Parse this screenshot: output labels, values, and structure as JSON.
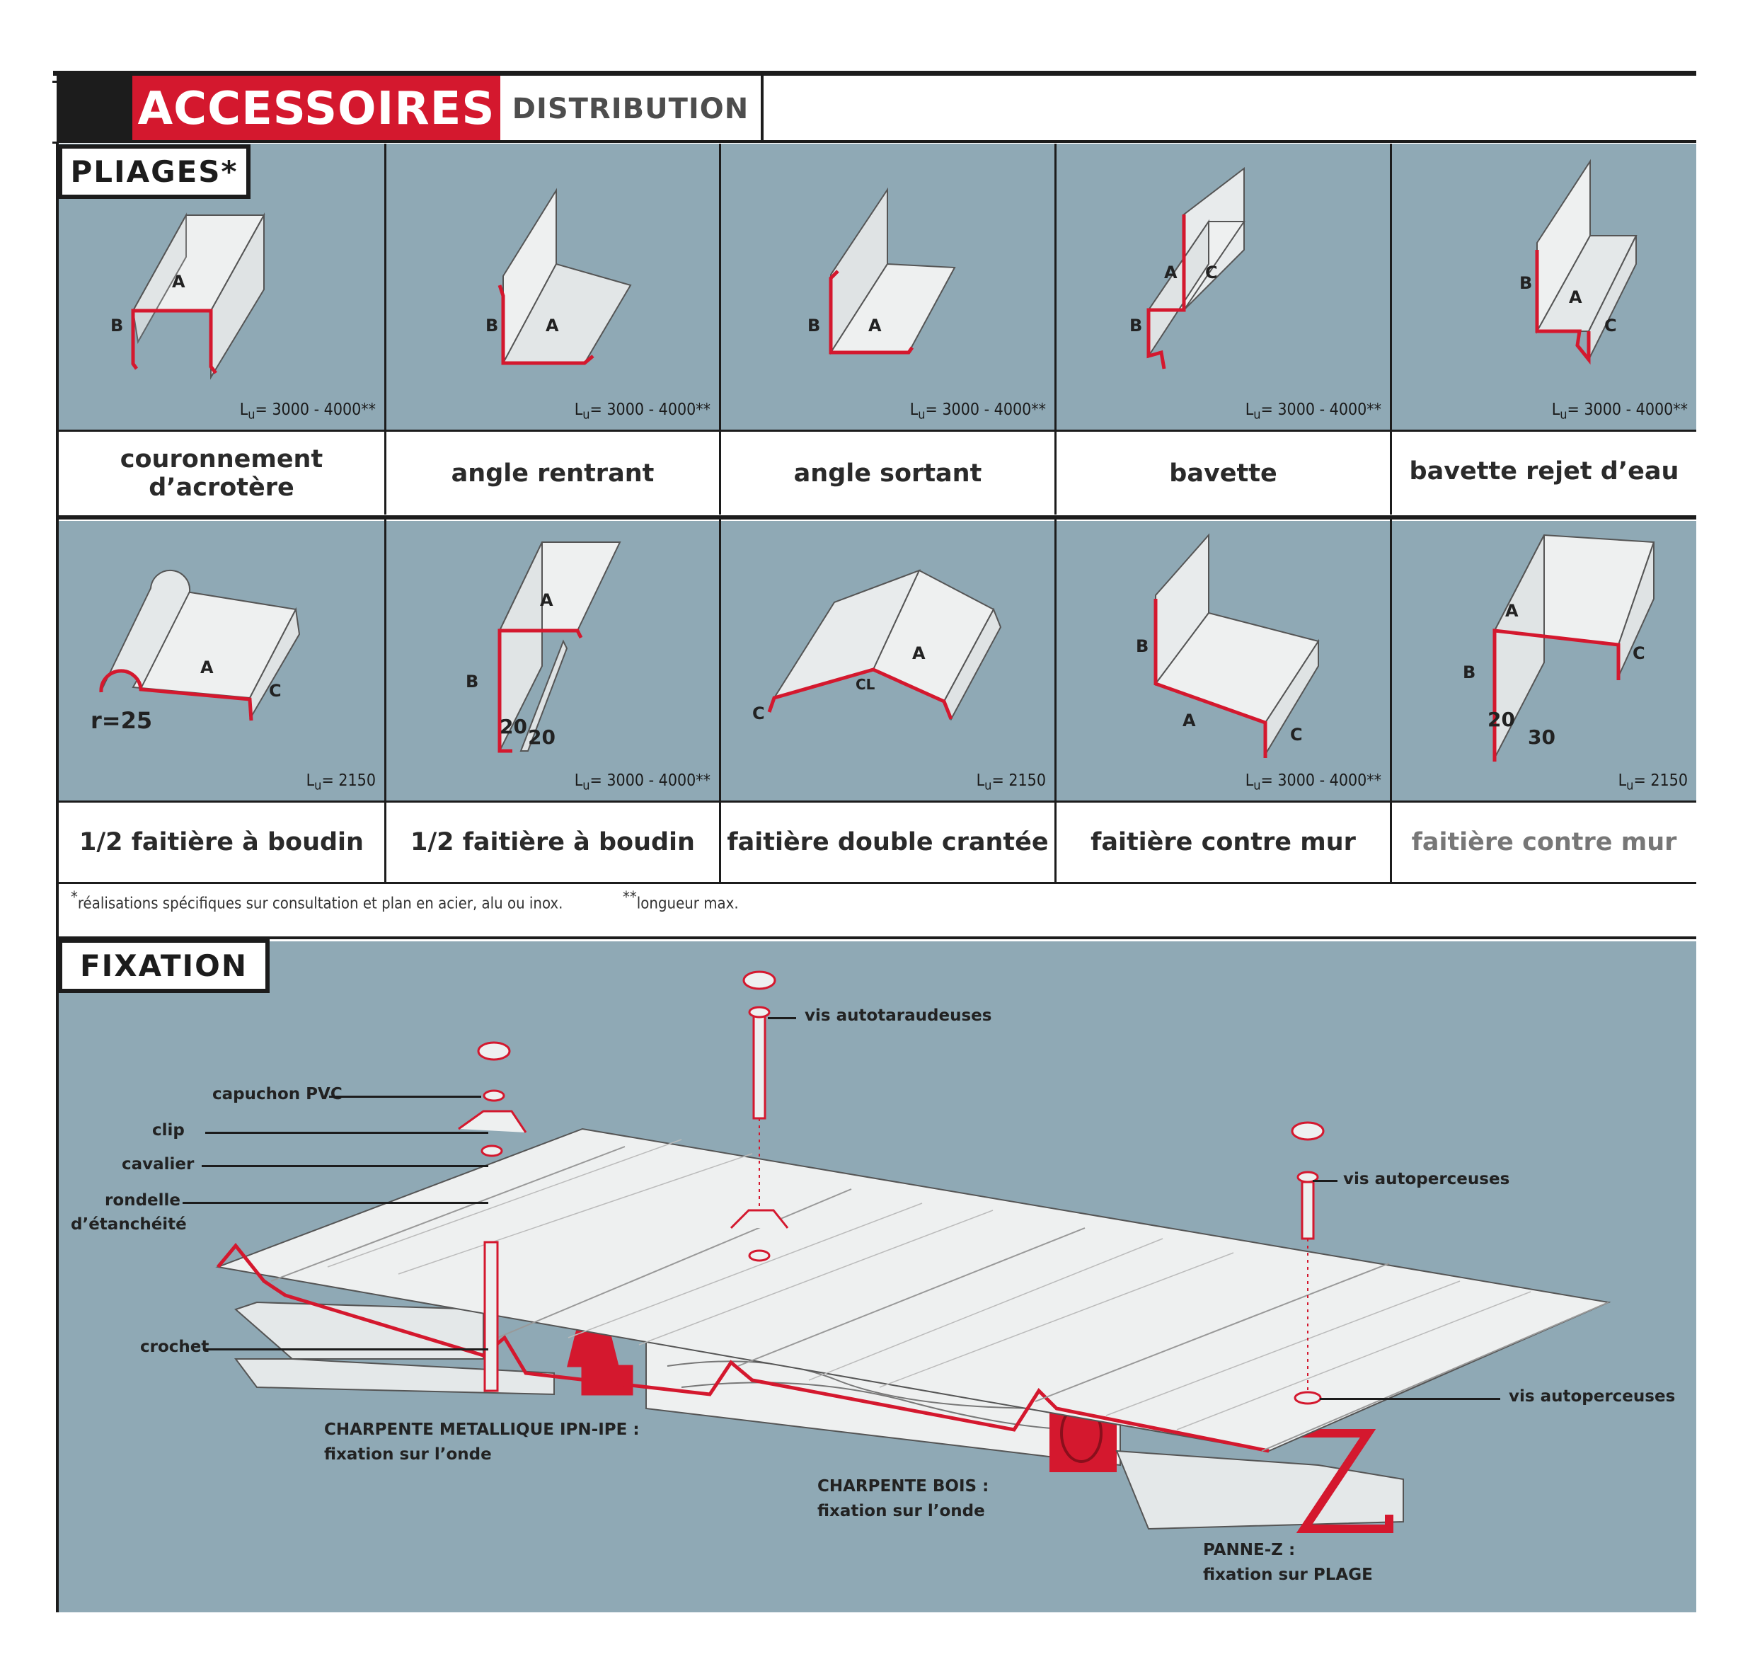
{
  "header": {
    "title": "ACCESSOIRES",
    "subtitle": "DISTRIBUTION"
  },
  "pliages": {
    "label": "PLIAGES*",
    "row1": [
      {
        "caption": "couronnement d’acrotère",
        "lu_prefix": "L",
        "lu_sub": "u",
        "lu_value": "= 3000 - 4000**",
        "letters": [
          "A",
          "B"
        ]
      },
      {
        "caption": "angle rentrant",
        "lu_prefix": "L",
        "lu_sub": "u",
        "lu_value": "= 3000 - 4000**",
        "letters": [
          "B",
          "A"
        ]
      },
      {
        "caption": "angle sortant",
        "lu_prefix": "L",
        "lu_sub": "u",
        "lu_value": "= 3000 - 4000**",
        "letters": [
          "B",
          "A"
        ]
      },
      {
        "caption": "bavette",
        "lu_prefix": "L",
        "lu_sub": "u",
        "lu_value": "= 3000 - 4000**",
        "letters": [
          "A",
          "C",
          "B"
        ]
      },
      {
        "caption": "bavette rejet d’eau",
        "lu_prefix": "L",
        "lu_sub": "u",
        "lu_value": "= 3000 - 4000**",
        "letters": [
          "B",
          "A",
          "C"
        ]
      }
    ],
    "row2": [
      {
        "caption": "1/2 faitière à boudin",
        "lu_prefix": "L",
        "lu_sub": "u",
        "lu_value": "= 2150",
        "letters": [
          "A",
          "C",
          "r=25"
        ]
      },
      {
        "caption": "1/2 faitière à boudin",
        "lu_prefix": "L",
        "lu_sub": "u",
        "lu_value": "= 3000 - 4000**",
        "letters": [
          "A",
          "B",
          "20",
          "20"
        ]
      },
      {
        "caption": "faitière double crantée",
        "lu_prefix": "L",
        "lu_sub": "u",
        "lu_value": "= 2150",
        "letters": [
          "A",
          "CL",
          "C"
        ]
      },
      {
        "caption": "faitière contre mur",
        "lu_prefix": "L",
        "lu_sub": "u",
        "lu_value": "= 3000 - 4000**",
        "letters": [
          "B",
          "A",
          "C"
        ]
      },
      {
        "caption": "faitière contre mur",
        "lu_prefix": "L",
        "lu_sub": "u",
        "lu_value": "= 2150",
        "letters": [
          "A",
          "C",
          "B",
          "20",
          "30"
        ]
      }
    ],
    "footnote_1_mark": "*",
    "footnote_1": "réalisations spécifiques sur consultation et plan en acier, alu ou inox.",
    "footnote_2_mark": "**",
    "footnote_2": "longueur max."
  },
  "fixation": {
    "label": "FIXATION",
    "callouts": {
      "capuchon": "capuchon PVC",
      "clip": "clip",
      "cavalier": "cavalier",
      "rondelle_1": "rondelle",
      "rondelle_2": "d’étanchéité",
      "crochet": "crochet",
      "vis_autotaraudeuses": "vis autotaraudeuses",
      "vis_autoperceuses_1": "vis autoperceuses",
      "vis_autoperceuses_2": "vis autoperceuses"
    },
    "structures": {
      "metal_1": "CHARPENTE METALLIQUE IPN-IPE :",
      "metal_2": "fixation sur l’onde",
      "bois_1": "CHARPENTE BOIS :",
      "bois_2": "fixation sur l’onde",
      "pannez_1": "PANNE-Z :",
      "pannez_2": "fixation sur PLAGE"
    }
  },
  "colors": {
    "red": "#d4182e",
    "panel_blue": "#8fa9b5",
    "dark": "#1c1c1c"
  }
}
